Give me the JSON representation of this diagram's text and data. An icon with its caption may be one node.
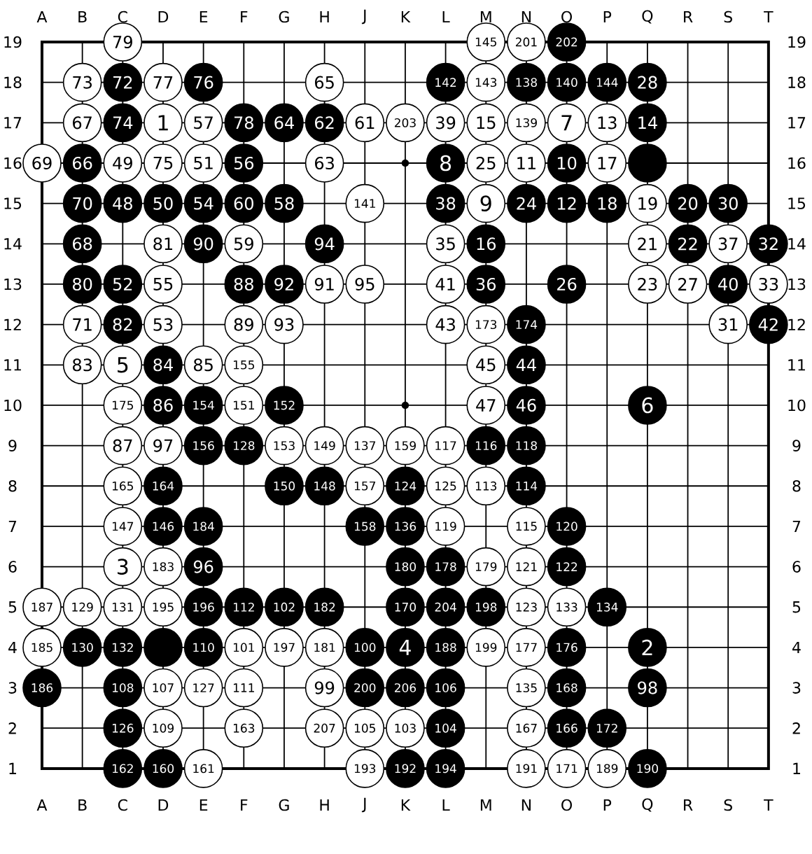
{
  "diagram": {
    "nodes": [
      {
        "text": [
          "79"
        ]
      },
      {
        "text": [
          "145"
        ]
      },
      {
        "text": [
          "201"
        ]
      },
      {
        "text": [
          "202"
        ]
      },
      {
        "text": [
          "73"
        ]
      },
      {
        "text": [
          "72"
        ]
      },
      {
        "text": [
          "77"
        ]
      },
      {
        "text": [
          "76"
        ]
      },
      {
        "text": [
          "65"
        ]
      },
      {
        "text": [
          "142"
        ]
      },
      {
        "text": [
          "143"
        ]
      },
      {
        "text": [
          "138"
        ]
      },
      {
        "text": [
          "140"
        ]
      },
      {
        "text": [
          "144"
        ]
      },
      {
        "text": [
          "28"
        ]
      },
      {
        "text": [
          "67"
        ]
      },
      {
        "text": [
          "74"
        ]
      },
      {
        "text": [
          "1"
        ]
      },
      {
        "text": [
          "57"
        ]
      },
      {
        "text": [
          "78"
        ]
      },
      {
        "text": [
          "64"
        ]
      },
      {
        "text": [
          "62"
        ]
      },
      {
        "text": [
          "61"
        ]
      },
      {
        "text": [
          "203"
        ]
      },
      {
        "text": [
          "39"
        ]
      },
      {
        "text": [
          "15"
        ]
      },
      {
        "text": [
          "139"
        ]
      },
      {
        "text": [
          "7"
        ]
      },
      {
        "text": [
          "13"
        ]
      },
      {
        "text": [
          "14"
        ]
      },
      {
        "text": [
          "69"
        ]
      },
      {
        "text": [
          "66"
        ]
      },
      {
        "text": [
          "49"
        ]
      },
      {
        "text": [
          "75"
        ]
      },
      {
        "text": [
          "51"
        ]
      },
      {
        "text": [
          "56"
        ]
      },
      {
        "text": [
          "63"
        ]
      },
      {
        "text": [
          "8"
        ]
      },
      {
        "text": [
          "25"
        ]
      },
      {
        "text": [
          "11"
        ]
      },
      {
        "text": [
          "10"
        ]
      },
      {
        "text": [
          "17"
        ]
      },
      {
        "text": [],
        "shape": "circle"
      },
      {
        "text": [
          "70"
        ]
      },
      {
        "text": [
          "48"
        ]
      },
      {
        "text": [
          "50"
        ]
      },
      {
        "text": [
          "54"
        ]
      },
      {
        "text": [
          "60"
        ]
      },
      {
        "text": [
          "58"
        ]
      },
      {
        "text": [
          "141"
        ]
      },
      {
        "text": [
          "38"
        ]
      },
      {
        "text": [
          "9"
        ]
      },
      {
        "text": [
          "24"
        ]
      },
      {
        "text": [
          "12"
        ]
      },
      {
        "text": [
          "18"
        ]
      },
      {
        "text": [
          "19"
        ]
      },
      {
        "text": [
          "20"
        ]
      },
      {
        "text": [
          "30"
        ]
      },
      {
        "text": [
          "68"
        ]
      },
      {
        "text": [
          "81"
        ]
      },
      {
        "text": [
          "90"
        ]
      },
      {
        "text": [
          "59"
        ]
      },
      {
        "text": [
          "94"
        ]
      },
      {
        "text": [
          "35"
        ]
      },
      {
        "text": [
          "16"
        ]
      },
      {
        "text": [
          "21"
        ]
      },
      {
        "text": [
          "22"
        ]
      },
      {
        "text": [
          "37"
        ]
      },
      {
        "text": [
          "32"
        ]
      },
      {
        "text": [
          "80"
        ]
      },
      {
        "text": [
          "52"
        ]
      },
      {
        "text": [
          "55"
        ]
      },
      {
        "text": [
          "88"
        ]
      },
      {
        "text": [
          "92"
        ]
      },
      {
        "text": [
          "91"
        ]
      },
      {
        "text": [
          "95"
        ]
      },
      {
        "text": [
          "41"
        ]
      },
      {
        "text": [
          "36"
        ]
      },
      {
        "text": [
          "26"
        ]
      },
      {
        "text": [
          "23"
        ]
      },
      {
        "text": [
          "27"
        ]
      },
      {
        "text": [
          "40"
        ]
      },
      {
        "text": [
          "33"
        ]
      },
      {
        "text": [
          "71"
        ]
      },
      {
        "text": [
          "82"
        ]
      },
      {
        "text": [
          "53"
        ]
      },
      {
        "text": [
          "89"
        ]
      },
      {
        "text": [
          "93"
        ]
      },
      {
        "text": [
          "43"
        ]
      },
      {
        "text": [
          "173"
        ]
      },
      {
        "text": [
          "174"
        ]
      },
      {
        "text": [
          "31"
        ]
      },
      {
        "text": [
          "42"
        ]
      },
      {
        "text": [
          "83"
        ]
      },
      {
        "text": [
          "5"
        ]
      },
      {
        "text": [
          "84"
        ]
      },
      {
        "text": [
          "85"
        ]
      },
      {
        "text": [
          "155"
        ]
      },
      {
        "text": [
          "45"
        ]
      },
      {
        "text": [
          "44"
        ]
      },
      {
        "text": [
          "175"
        ]
      },
      {
        "text": [
          "86"
        ]
      },
      {
        "text": [
          "154"
        ]
      },
      {
        "text": [
          "151"
        ]
      },
      {
        "text": [
          "152"
        ]
      },
      {
        "text": [
          "47"
        ]
      },
      {
        "text": [
          "46"
        ]
      },
      {
        "text": [
          "6"
        ]
      },
      {
        "text": [
          "87"
        ]
      },
      {
        "text": [
          "97"
        ]
      },
      {
        "text": [
          "156"
        ]
      },
      {
        "text": [
          "128"
        ]
      },
      {
        "text": [
          "153"
        ]
      },
      {
        "text": [
          "149"
        ]
      },
      {
        "text": [
          "137"
        ]
      },
      {
        "text": [
          "159"
        ]
      },
      {
        "text": [
          "117"
        ]
      },
      {
        "text": [
          "116"
        ]
      },
      {
        "text": [
          "118"
        ]
      },
      {
        "text": [
          "165"
        ]
      },
      {
        "text": [
          "164"
        ]
      },
      {
        "text": [
          "150"
        ]
      },
      {
        "text": [
          "148"
        ]
      },
      {
        "text": [
          "157"
        ]
      },
      {
        "text": [
          "124"
        ]
      },
      {
        "text": [
          "125"
        ]
      },
      {
        "text": [
          "113"
        ]
      },
      {
        "text": [
          "114"
        ]
      },
      {
        "text": [
          "147"
        ]
      },
      {
        "text": [
          "146"
        ]
      },
      {
        "text": [
          "184"
        ]
      },
      {
        "text": [
          "158"
        ]
      },
      {
        "text": [
          "136"
        ]
      },
      {
        "text": [
          "119"
        ]
      },
      {
        "text": [
          "115"
        ]
      },
      {
        "text": [
          "120"
        ]
      },
      {
        "text": [
          "3"
        ]
      },
      {
        "text": [
          "183"
        ]
      },
      {
        "text": [
          "96"
        ]
      },
      {
        "text": [
          "180"
        ]
      },
      {
        "text": [
          "178"
        ]
      },
      {
        "text": [
          "179"
        ]
      },
      {
        "text": [
          "121"
        ]
      },
      {
        "text": [
          "122"
        ]
      },
      {
        "text": [
          "187"
        ]
      },
      {
        "text": [
          "129"
        ]
      },
      {
        "text": [
          "131"
        ]
      },
      {
        "text": [
          "195"
        ]
      },
      {
        "text": [
          "196"
        ]
      },
      {
        "text": [
          "112"
        ]
      },
      {
        "text": [
          "102"
        ]
      },
      {
        "text": [
          "182"
        ]
      },
      {
        "text": [
          "170"
        ]
      },
      {
        "text": [
          "204"
        ]
      },
      {
        "text": [
          "198"
        ]
      },
      {
        "text": [
          "123"
        ]
      },
      {
        "text": [
          "133"
        ]
      },
      {
        "text": [
          "134"
        ]
      },
      {
        "text": [
          "185"
        ]
      },
      {
        "text": [
          "130"
        ]
      },
      {
        "text": [
          "132"
        ]
      },
      {
        "text": [],
        "shape": "circle"
      },
      {
        "text": [
          "110"
        ]
      },
      {
        "text": [
          "101"
        ]
      },
      {
        "text": [
          "197"
        ]
      },
      {
        "text": [
          "181"
        ]
      },
      {
        "text": [
          "100"
        ]
      },
      {
        "text": [
          "4"
        ]
      },
      {
        "text": [
          "188"
        ]
      },
      {
        "text": [
          "199"
        ]
      },
      {
        "text": [
          "177"
        ]
      },
      {
        "text": [
          "176"
        ]
      },
      {
        "text": [
          "2"
        ]
      },
      {
        "text": [
          "186"
        ]
      },
      {
        "text": [
          "108"
        ]
      },
      {
        "text": [
          "107"
        ]
      },
      {
        "text": [
          "127"
        ]
      },
      {
        "text": [
          "111"
        ]
      },
      {
        "text": [
          "99"
        ]
      },
      {
        "text": [
          "200"
        ]
      },
      {
        "text": [
          "206"
        ]
      },
      {
        "text": [
          "106"
        ]
      },
      {
        "text": [
          "135"
        ]
      },
      {
        "text": [
          "168"
        ]
      },
      {
        "text": [
          "98"
        ]
      },
      {
        "text": [
          "126"
        ]
      },
      {
        "text": [
          "109"
        ]
      },
      {
        "text": [
          "163"
        ]
      },
      {
        "text": [
          "207"
        ]
      },
      {
        "text": [
          "105"
        ]
      },
      {
        "text": [
          "103"
        ]
      },
      {
        "text": [
          "104"
        ]
      },
      {
        "text": [
          "167"
        ]
      },
      {
        "text": [
          "166"
        ]
      },
      {
        "text": [
          "172"
        ]
      },
      {
        "text": [
          "162"
        ]
      },
      {
        "text": [
          "160"
        ]
      },
      {
        "text": [
          "161"
        ]
      },
      {
        "text": [
          "193"
        ]
      },
      {
        "text": [
          "192"
        ]
      },
      {
        "text": [
          "194"
        ]
      },
      {
        "text": [
          "191"
        ]
      },
      {
        "text": [
          "171"
        ]
      },
      {
        "text": [
          "189"
        ]
      },
      {
        "text": [
          "190"
        ]
      }
    ],
    "labels": [
      "A",
      "B",
      "C",
      "D",
      "E",
      "F",
      "G",
      "H",
      "J",
      "K",
      "L",
      "M",
      "N",
      "O",
      "P",
      "Q",
      "R",
      "S",
      "T",
      "19",
      "19",
      "18",
      "18",
      "17",
      "17",
      "16",
      "16",
      "15",
      "15",
      "14",
      "14",
      "13",
      "13",
      "12",
      "12",
      "11",
      "11",
      "10",
      "10",
      "9",
      "9",
      "8",
      "8",
      "7",
      "7",
      "6",
      "6",
      "5",
      "5",
      "4",
      "4",
      "3",
      "3",
      "2",
      "2",
      "1",
      "1",
      "A",
      "B",
      "C",
      "D",
      "E",
      "F",
      "G",
      "H",
      "J",
      "K",
      "L",
      "M",
      "N",
      "O",
      "P",
      "Q",
      "R",
      "S",
      "T"
    ]
  }
}
